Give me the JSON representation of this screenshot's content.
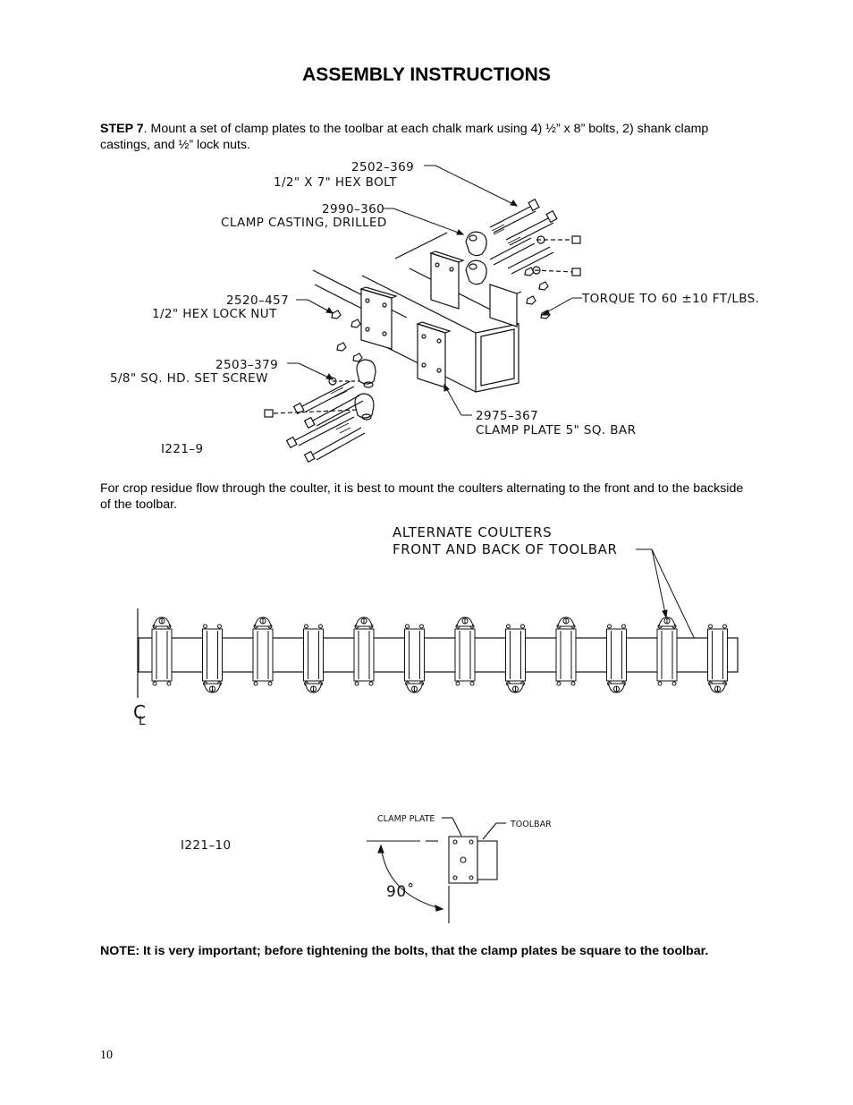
{
  "page": {
    "heading": "ASSEMBLY INSTRUCTIONS",
    "step": {
      "label": "STEP 7",
      "text": ".  Mount a set of clamp plates to the toolbar at each chalk mark using 4) ½” x 8” bolts, 2) shank clamp castings, and ½” lock nuts."
    },
    "figure1": {
      "callouts": [
        {
          "part": "2502–369",
          "desc": "1/2\" X 7\" HEX BOLT"
        },
        {
          "part": "2990–360",
          "desc": "CLAMP CASTING, DRILLED"
        },
        {
          "part": "2520–457",
          "desc": "1/2\" HEX LOCK NUT"
        },
        {
          "part": "2503–379",
          "desc": "5/8\" SQ. HD. SET SCREW"
        },
        {
          "part": "2975–367",
          "desc": "CLAMP PLATE 5\" SQ. BAR"
        }
      ],
      "torque": "TORQUE TO 60 ±10 FT/LBS.",
      "figure_id": "I221–9"
    },
    "residue_text": "For crop residue flow through the coulter, it is best to mount the coulters alternating to the front and to the backside of the toolbar.",
    "figure2": {
      "callout_line1": "ALTERNATE COULTERS",
      "callout_line2": "FRONT AND BACK OF TOOLBAR",
      "cl_mark": "C",
      "cl_sub": "L",
      "figure_id": "I221–10",
      "clamp_plate_label": "CLAMP PLATE",
      "toolbar_label": "TOOLBAR",
      "angle_label": "90˚"
    },
    "note": "NOTE:  It is very important; before tightening the bolts, that the clamp plates be square to the toolbar.",
    "page_number": "10"
  }
}
